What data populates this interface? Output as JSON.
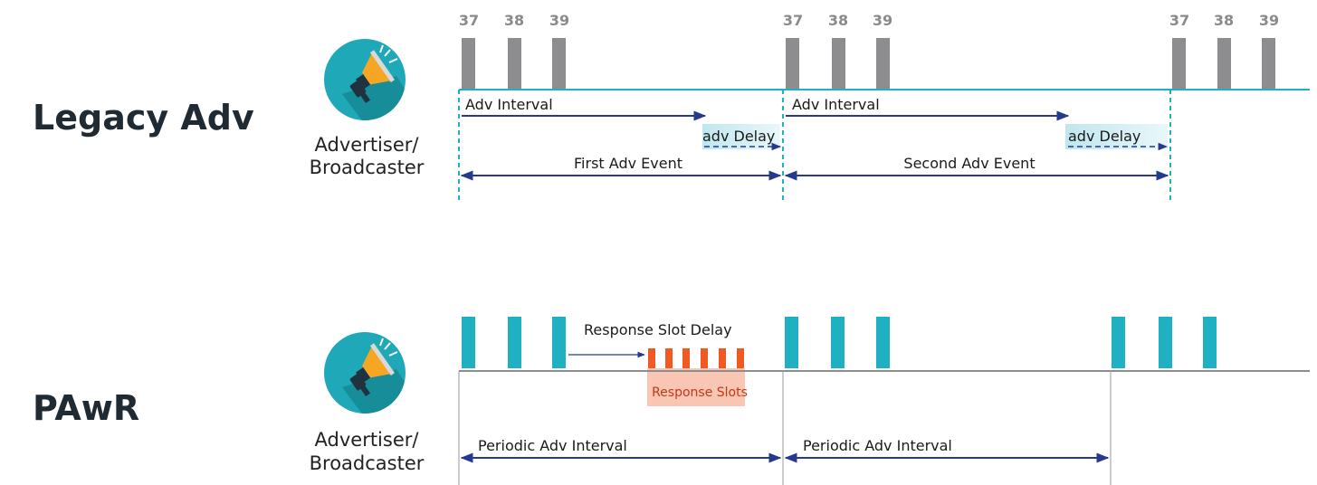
{
  "legacy": {
    "title": "Legacy Adv",
    "role_line1": "Advertiser/",
    "role_line2": "Broadcaster",
    "channels": [
      "37",
      "38",
      "39"
    ],
    "adv_interval": "Adv Interval",
    "adv_delay": "adv Delay",
    "first_event": "First Adv Event",
    "second_event": "Second Adv Event"
  },
  "pawr": {
    "title": "PAwR",
    "role_line1": "Advertiser/",
    "role_line2": "Broadcaster",
    "response_slot_delay": "Response Slot Delay",
    "response_slots": "Response Slots",
    "periodic_interval": "Periodic Adv Interval"
  },
  "colors": {
    "teal": "#1fb1c1",
    "gray_packet": "#8d8d8f",
    "navy_arrow": "#253a8e",
    "orange_slot": "#f05a22",
    "slot_bg": "#f8c6b2"
  },
  "icons": [
    "megaphone-icon"
  ]
}
